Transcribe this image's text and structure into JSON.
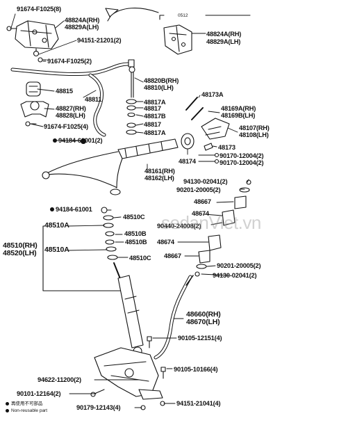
{
  "labels": {
    "p_91674_f1025_8": "91674-F1025(8)",
    "p_48824a_rh_l": "48824A(RH)",
    "p_48829a_lh_l": "48829A(LH)",
    "p_94151_21201": "94151-21201(2)",
    "p_91674_f1025_2": "91674-F1025(2)",
    "p_48815": "48815",
    "p_48811": "48811",
    "p_48827_rh": "48827(RH)",
    "p_48828_lh": "48828(LH)",
    "p_91674_f1025_4": "91674-F1025(4)",
    "p_94184_61001_2": "94184-61001(2)",
    "p_0512": "0512",
    "p_48824a_rh_r": "48824A(RH)",
    "p_48829a_lh_r": "48829A(LH)",
    "p_48820b_rh": "48820B(RH)",
    "p_48810_lh": "48810(LH)",
    "p_48173a": "48173A",
    "p_48817a_1": "48817A",
    "p_48817_1": "48817",
    "p_48817b": "48817B",
    "p_48817_2": "48817",
    "p_48817a_2": "48817A",
    "p_48169a_rh": "48169A(RH)",
    "p_48169b_lh": "48169B(LH)",
    "p_48107_rh": "48107(RH)",
    "p_48108_lh": "48108(LH)",
    "p_48173": "48173",
    "p_90170_12004_a": "90170-12004(2)",
    "p_90170_12004_b": "90170-12004(2)",
    "p_48174": "48174",
    "p_48161_rh": "48161(RH)",
    "p_48162_lh": "48162(LH)",
    "p_94130_02041_a": "94130-02041(2)",
    "p_90201_20005_a": "90201-20005(2)",
    "p_48667_a": "48667",
    "p_94184_61001": "94184-61001",
    "p_48510c_a": "48510C",
    "p_48510a_a": "48510A",
    "p_48510b_a": "48510B",
    "p_48510b_b": "48510B",
    "p_48510_rh": "48510(RH)",
    "p_48520_lh": "48520(LH)",
    "p_48510a_b": "48510A",
    "p_48510c_b": "48510C",
    "p_48674_a": "48674",
    "p_90440_24008": "90440-24008(2)",
    "p_48674_b": "48674",
    "p_48667_b": "48667",
    "p_90201_20005_b": "90201-20005(2)",
    "p_94130_02041_b": "94130-02041(2)",
    "p_48660_rh": "48660(RH)",
    "p_48670_lh": "48670(LH)",
    "p_90105_12151": "90105-12151(4)",
    "p_90105_10166": "90105-10166(4)",
    "p_94622_11200": "94622-11200(2)",
    "p_90101_12164": "90101-12164(2)",
    "p_90179_12143": "90179-12143(4)",
    "p_94151_21041": "94151-21041(4)"
  },
  "legend": {
    "not_reusable_jp": "再使用不可部品",
    "not_reusable_en": "Non-reusable part"
  },
  "watermark": "sedanViet.vn"
}
